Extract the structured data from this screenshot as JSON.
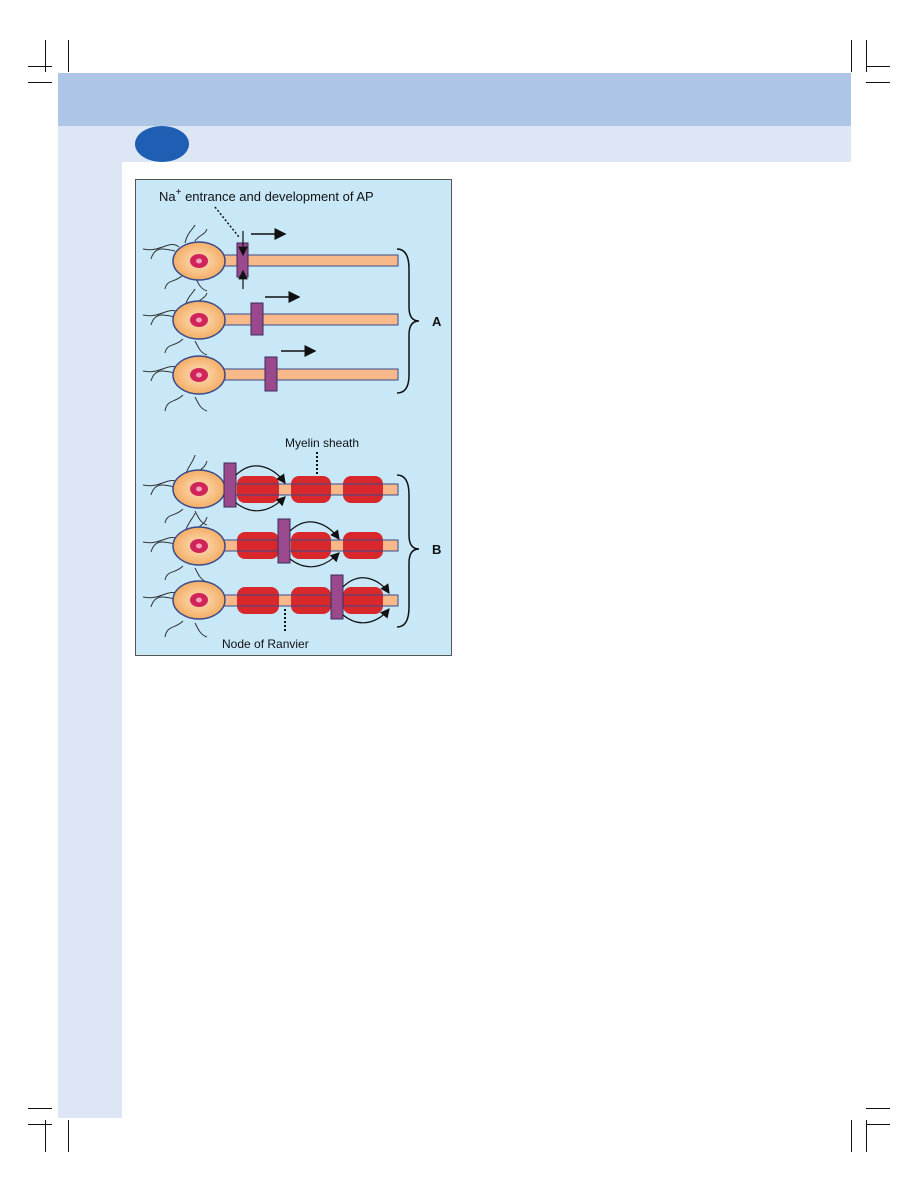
{
  "figure": {
    "label_na": "Na",
    "label_na_sup": "+",
    "label_na_rest": " entrance and development of AP",
    "label_myelin": "Myelin sheath",
    "label_node": "Node of Ranvier",
    "bracket_a": "A",
    "bracket_b": "B"
  },
  "colors": {
    "header_band": "#aec6e6",
    "sub_band": "#dde6f4",
    "chapter_oval": "#1e5fb3",
    "figure_bg": "#c8e8f8",
    "soma": "#f5b26b",
    "axon": "#f7b98a",
    "nucleus": "#d0245a",
    "action_potential": "#9a4a8c",
    "myelin": "#d8282c"
  }
}
